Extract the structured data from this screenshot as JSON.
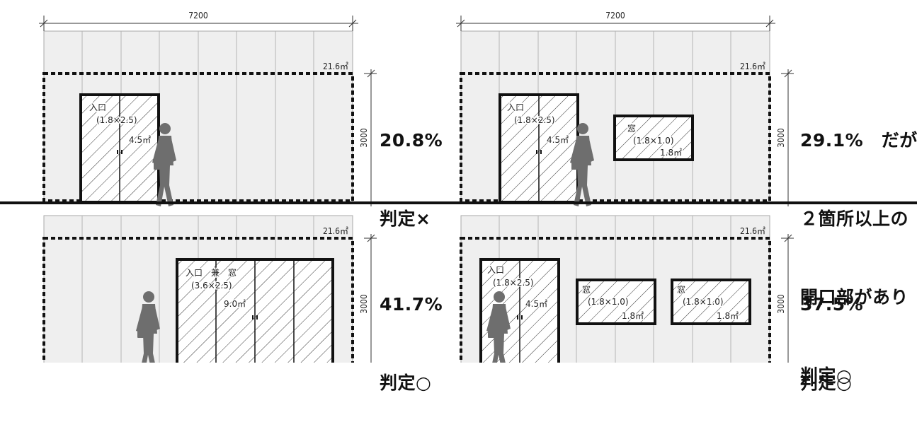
{
  "colors": {
    "wall": "#efefef",
    "panel_line": "#b4b4b4",
    "ink": "#111111",
    "figure": "#6e6e6e"
  },
  "panels": [
    {
      "id": "top-left",
      "width_dim": "7200",
      "height_dim": "3000",
      "wall_area": "21.6㎡",
      "openings": [
        {
          "type": "door",
          "name": "入口",
          "size": "(1.8×2.5)",
          "area": "4.5㎡"
        }
      ],
      "verdict_lines": [
        "20.8%",
        "判定×"
      ]
    },
    {
      "id": "top-right",
      "width_dim": "7200",
      "height_dim": "3000",
      "wall_area": "21.6㎡",
      "openings": [
        {
          "type": "door",
          "name": "入口",
          "size": "(1.8×2.5)",
          "area": "4.5㎡"
        },
        {
          "type": "window",
          "name": "窓",
          "size": "(1.8×1.0)",
          "area": "1.8㎡"
        }
      ],
      "verdict_lines": [
        "29.1%　だが",
        "２箇所以上の",
        "開口部があり",
        "判定○"
      ]
    },
    {
      "id": "bottom-left",
      "height_dim": "3000",
      "wall_area": "21.6㎡",
      "openings": [
        {
          "type": "door",
          "name": "入口　兼　窓",
          "size": "(3.6×2.5)",
          "area": "9.0㎡"
        }
      ],
      "verdict_lines": [
        "41.7%",
        "判定○"
      ]
    },
    {
      "id": "bottom-right",
      "height_dim": "3000",
      "wall_area": "21.6㎡",
      "openings": [
        {
          "type": "door",
          "name": "入口",
          "size": "(1.8×2.5)",
          "area": "4.5㎡"
        },
        {
          "type": "window",
          "name": "窓",
          "size": "(1.8×1.0)",
          "area": "1.8㎡"
        },
        {
          "type": "window",
          "name": "窓",
          "size": "(1.8×1.0)",
          "area": "1.8㎡"
        }
      ],
      "verdict_lines": [
        "37.5%",
        "判定○"
      ]
    }
  ]
}
